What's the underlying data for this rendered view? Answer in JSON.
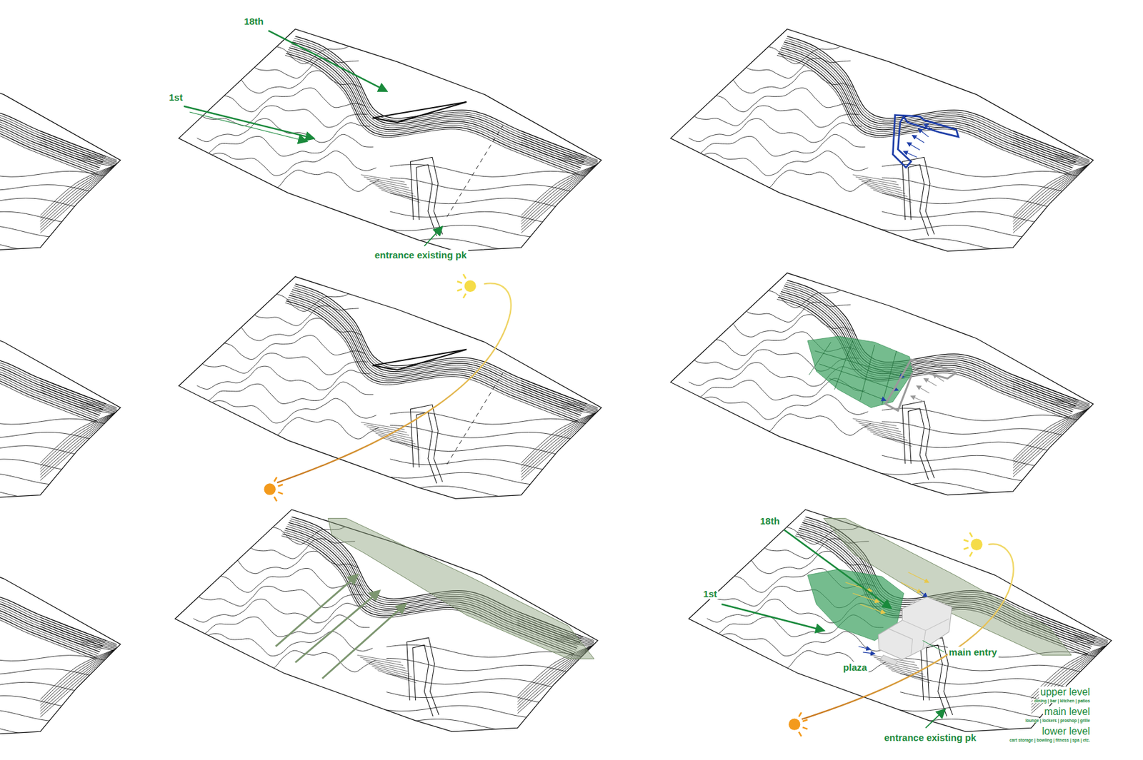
{
  "diagram": {
    "labels": [
      "18th",
      "1st",
      "entrance existing pk",
      "18th",
      "1st",
      "main entry",
      "plaza",
      "entrance existing pk",
      "upper level",
      "dining | bar | kitchen | patios",
      "main level",
      "lounge | lockers | proshop | grille",
      "lower level",
      "cart storage | bowling | fitness | spa | etc."
    ]
  }
}
